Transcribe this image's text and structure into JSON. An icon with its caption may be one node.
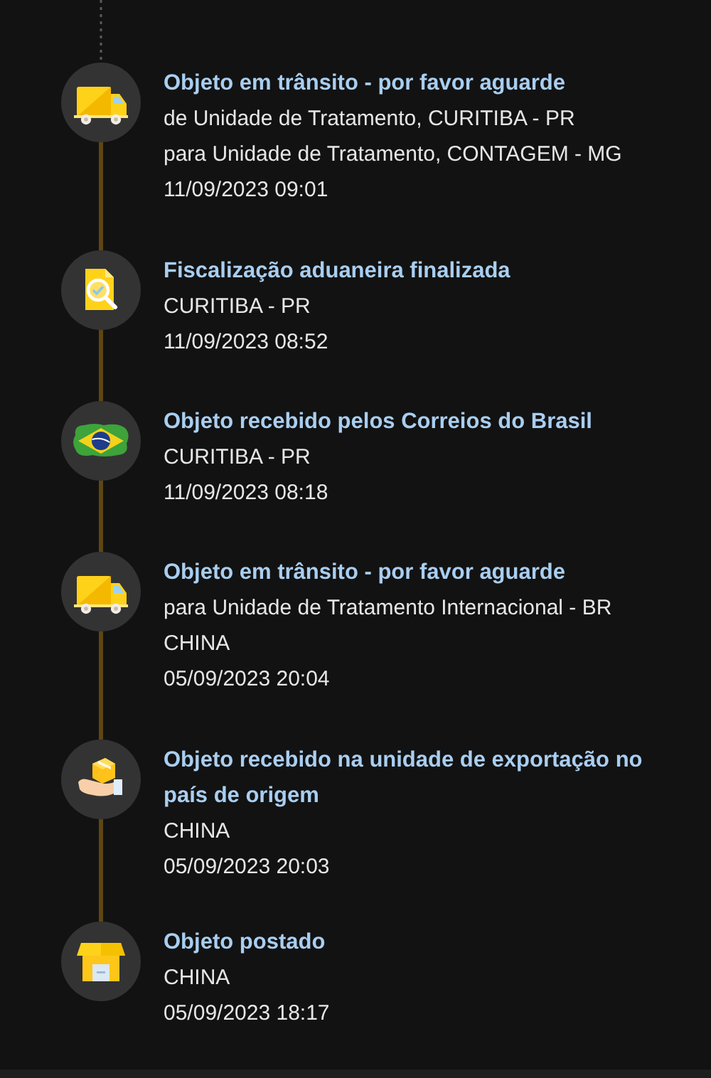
{
  "diagram": {
    "nodes": [
      {
        "text": [
          "Objeto em trânsito - por favor aguarde",
          "de Unidade de Tratamento, CURITIBA - PR",
          "para Unidade de Tratamento, CONTAGEM - MG",
          "11/09/2023 09:01"
        ]
      },
      {
        "text": [
          "Fiscalização aduaneira finalizada",
          "CURITIBA - PR",
          "11/09/2023 08:52"
        ]
      },
      {
        "text": [
          "Objeto recebido pelos Correios do Brasil",
          "CURITIBA - PR",
          "11/09/2023 08:18"
        ]
      },
      {
        "text": [
          "Objeto em trânsito - por favor aguarde",
          "para Unidade de Tratamento Internacional - BR",
          "CHINA",
          "05/09/2023 20:04"
        ]
      },
      {
        "text": [
          "Objeto recebido na unidade de exportação no país de origem",
          "CHINA",
          "05/09/2023 20:03"
        ]
      },
      {
        "text": [
          "Objeto postado",
          "CHINA",
          "05/09/2023 18:17"
        ]
      }
    ],
    "edges": [
      {
        "from": null,
        "to": 0,
        "arrow": "none",
        "style": "dashed",
        "color": "#5a5a5a"
      },
      {
        "from": 0,
        "to": 1,
        "arrow": "none"
      },
      {
        "from": 1,
        "to": 2,
        "arrow": "none"
      },
      {
        "from": 2,
        "to": 3,
        "arrow": "none"
      },
      {
        "from": 3,
        "to": 4,
        "arrow": "none"
      },
      {
        "from": 4,
        "to": 5,
        "arrow": "none"
      }
    ]
  }
}
